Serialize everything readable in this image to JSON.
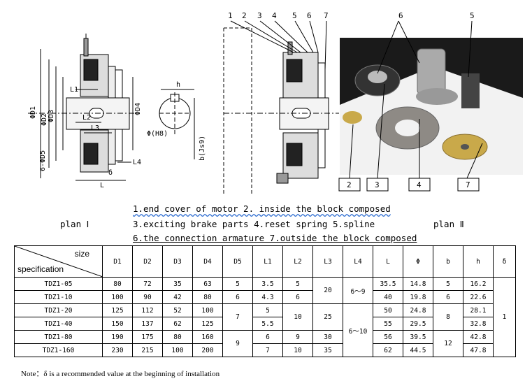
{
  "drawing": {
    "left_labels": [
      "L1",
      "L2",
      "L3",
      "L",
      "L4",
      "h",
      "ΦD1",
      "ΦD2",
      "ΦD3",
      "ΦD4",
      "6-ΦD5",
      "Φ(H8)",
      "b(Js9)",
      "δ"
    ],
    "mid_numbers": [
      "1",
      "2",
      "3",
      "4",
      "5",
      "6",
      "7"
    ],
    "photo_numbers": [
      "6",
      "5",
      "2",
      "3",
      "4",
      "7"
    ]
  },
  "legend": {
    "line1": "1.end cover of motor 2. inside the block composed",
    "line2": "3.exciting brake parts 4.reset spring 5.spline",
    "line3": "6.the connection armature  7.outside the block composed",
    "plan_left": "plan Ⅰ",
    "plan_right": "plan Ⅱ"
  },
  "table": {
    "header_size": "size",
    "header_spec": "specification",
    "columns": [
      "D1",
      "D2",
      "D3",
      "D4",
      "D5",
      "L1",
      "L2",
      "L3",
      "L4",
      "L",
      "Φ",
      "b",
      "h",
      "δ"
    ],
    "rows": [
      {
        "spec": "TDZ1-05",
        "D1": "80",
        "D2": "72",
        "D3": "35",
        "D4": "63",
        "D5": "5",
        "L1": "3.5",
        "L2": "5",
        "L": "35.5",
        "Phi": "14.8",
        "b": "5",
        "h": "16.2"
      },
      {
        "spec": "TDZ1-10",
        "D1": "100",
        "D2": "90",
        "D3": "42",
        "D4": "80",
        "D5": "6",
        "L1": "4.3",
        "L2": "6",
        "L": "40",
        "Phi": "19.8",
        "b": "6",
        "h": "22.6"
      },
      {
        "spec": "TDZ1-20",
        "D1": "125",
        "D2": "112",
        "D3": "52",
        "D4": "100",
        "L1": "5",
        "L": "50",
        "Phi": "24.8",
        "h": "28.1"
      },
      {
        "spec": "TDZ1-40",
        "D1": "150",
        "D2": "137",
        "D3": "62",
        "D4": "125",
        "L1": "5.5",
        "L": "55",
        "Phi": "29.5",
        "h": "32.8"
      },
      {
        "spec": "TDZ1-80",
        "D1": "190",
        "D2": "175",
        "D3": "80",
        "D4": "160",
        "L1": "6",
        "L2": "9",
        "L3": "30",
        "L": "56",
        "Phi": "39.5",
        "h": "42.8"
      },
      {
        "spec": "TDZ1-160",
        "D1": "230",
        "D2": "215",
        "D3": "100",
        "D4": "200",
        "L1": "7",
        "L2": "10",
        "L3": "35",
        "L": "62",
        "Phi": "44.5",
        "h": "47.8"
      }
    ],
    "merged": {
      "L3_r12": "20",
      "L4_r12": "6～9",
      "D5_r34": "7",
      "L2_r34": "10",
      "L3_r34": "25",
      "L4_r3to6": "6～10",
      "b_r34": "8",
      "D5_r56": "9",
      "b_r56": "12",
      "delta_all": "1"
    }
  },
  "note": "Note：δ  is a recommended value at the beginning of installation"
}
